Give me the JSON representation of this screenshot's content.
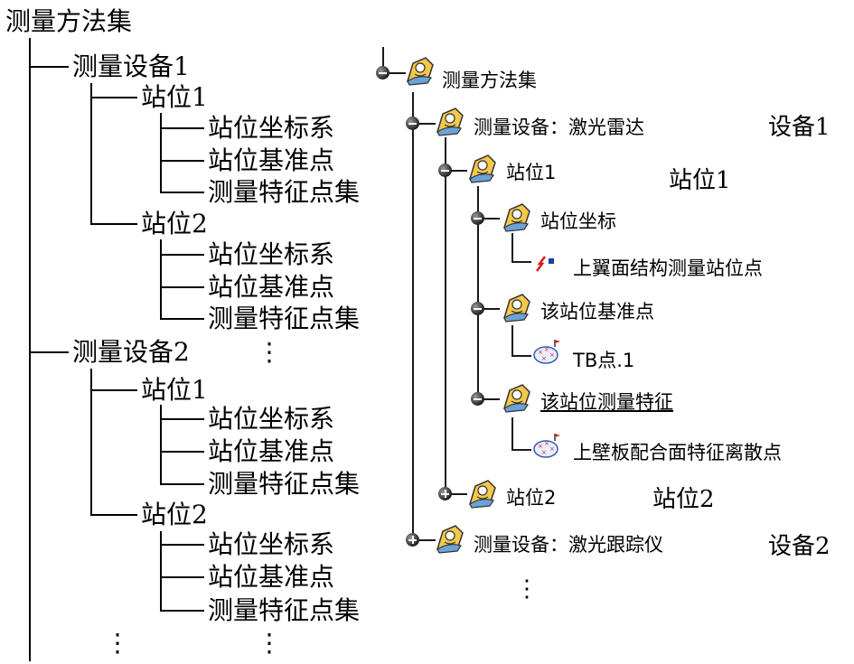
{
  "left_tree": {
    "root": "测量方法集",
    "device1": "测量设备1",
    "device2": "测量设备2",
    "station1": "站位1",
    "station2": "站位2",
    "coord_system": "站位坐标系",
    "datum_points": "站位基准点",
    "feature_point_set": "测量特征点集",
    "ellipsis": "⋮"
  },
  "right_tree": {
    "root": "测量方法集",
    "device_laser_radar": "测量设备：激光雷达",
    "station1": "站位1",
    "station_coord": "站位坐标",
    "upper_wing_point": "上翼面结构测量站位点",
    "station_datum_points": "该站位基准点",
    "tb_point": "TB点.1",
    "station_measure_feature": "该站位测量特征",
    "upper_panel_points": "上壁板配合面特征离散点",
    "station2": "站位2",
    "device_laser_tracker": "测量设备：激光跟踪仪",
    "ellipsis": "⋮"
  },
  "annotations": {
    "device1": "设备1",
    "station1": "站位1",
    "station2": "站位2",
    "device2": "设备2"
  },
  "icons": {
    "folder_item": "catia-tree-item-icon",
    "point_item": "point-icon",
    "cloud_item": "point-cloud-icon",
    "expand": "plus-node-icon",
    "collapse": "minus-node-icon"
  }
}
